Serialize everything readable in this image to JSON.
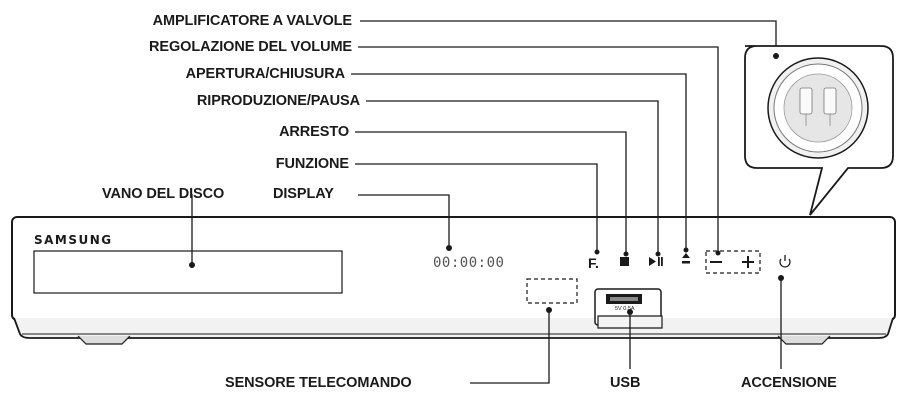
{
  "labels": {
    "tube_amplifier": "AMPLIFICATORE A VALVOLE",
    "volume_control": "REGOLAZIONE DEL VOLUME",
    "open_close": "APERTURA/CHIUSURA",
    "play_pause": "RIPRODUZIONE/PAUSA",
    "stop": "ARRESTO",
    "function": "FUNZIONE",
    "disc_tray": "VANO DEL DISCO",
    "display": "DISPLAY",
    "remote_sensor": "SENSORE TELECOMANDO",
    "usb": "USB",
    "power": "ACCENSIONE"
  },
  "device": {
    "brand": "SAMSUNG",
    "display_readout": "00:00:00",
    "function_key": "F.",
    "usb_rating": "5V 0.5A"
  }
}
